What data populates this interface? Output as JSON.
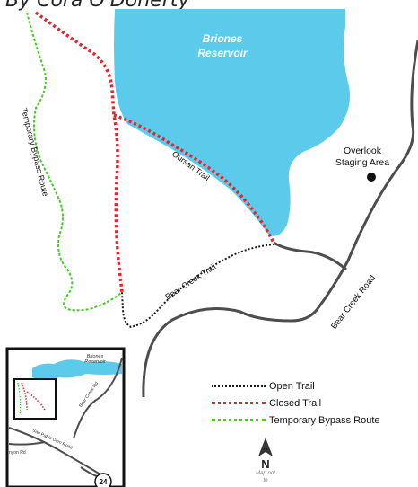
{
  "byline": "By Cora O'Doherty",
  "labels": {
    "reservoir_line1": "Briones",
    "reservoir_line2": "Reservoir",
    "staging_line1": "Overlook",
    "staging_line2": "Staging Area",
    "oursan_trail": "Oursan Trail",
    "bear_creek_trail": "Bear Creek Trail",
    "bear_creek_road": "Bear Creek Road",
    "bypass_route": "Temporary Bypass Route"
  },
  "inset": {
    "reservoir_line1": "Briones",
    "reservoir_line2": "Reservoir",
    "bear_creek_rd": "Bear Creek Rd",
    "canyon_rd": "nyon Rd",
    "san_pablo_dam_road": "San Pablo Dam Road",
    "highway": "24"
  },
  "legend": {
    "open": "Open Trail",
    "closed": "Closed Trail",
    "bypass": "Temporary Bypass Route"
  },
  "north": {
    "letter": "N",
    "note_line1": "Map not",
    "note_line2": "to"
  },
  "colors": {
    "water": "#5ccbeb",
    "closed_trail": "#e8232c",
    "open_trail": "#1a1a1a",
    "bypass_trail": "#44cc22",
    "road": "#4d4d4d"
  }
}
